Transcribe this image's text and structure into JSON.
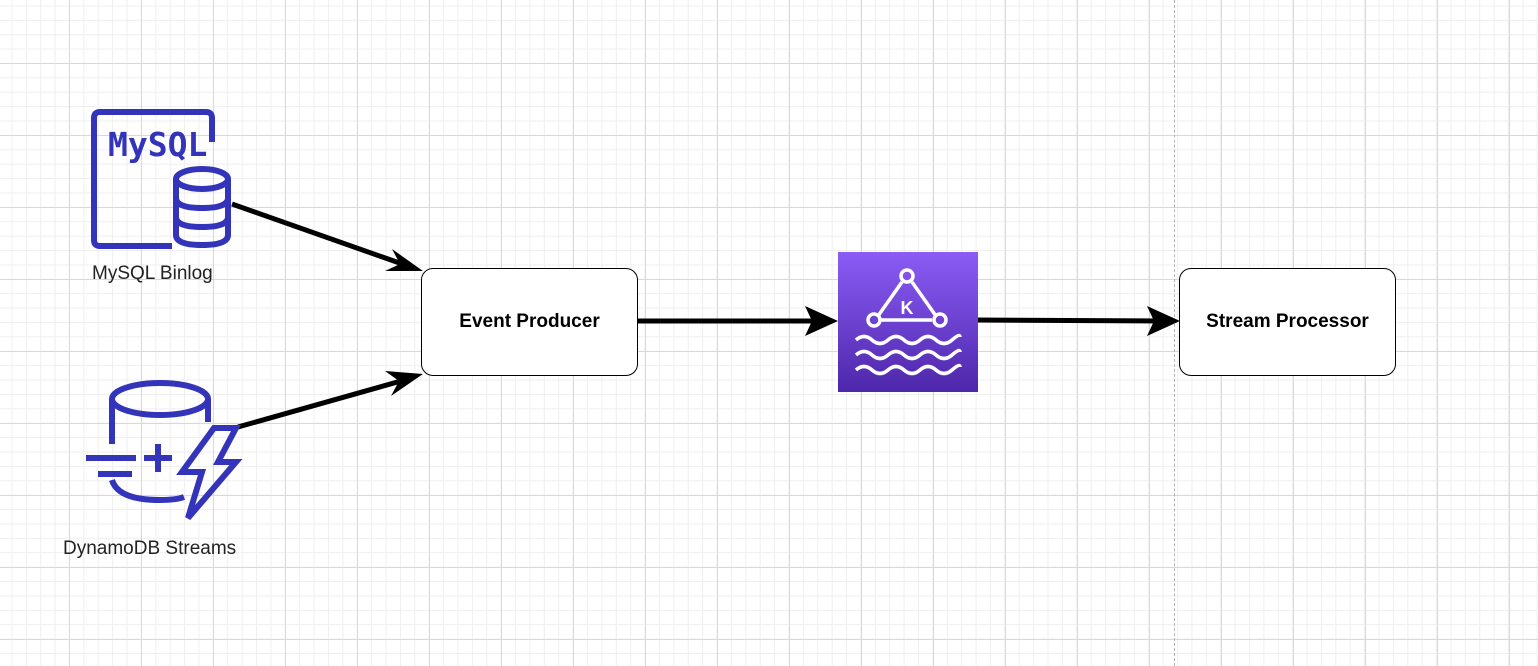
{
  "nodes": {
    "mysql": {
      "icon_text": "MySQL",
      "label": "MySQL Binlog",
      "icon": "mysql-database-icon"
    },
    "dynamodb": {
      "label": "DynamoDB Streams",
      "icon": "dynamodb-streams-icon"
    },
    "producer": {
      "label": "Event Producer"
    },
    "kafka": {
      "icon_text": "K",
      "icon": "kafka-streaming-icon"
    },
    "processor": {
      "label": "Stream Processor"
    }
  },
  "colors": {
    "aws_blue": "#3334B9",
    "kafka_gradient_top": "#8B5CF6",
    "kafka_gradient_bottom": "#4D27AA",
    "arrow": "#000000"
  }
}
